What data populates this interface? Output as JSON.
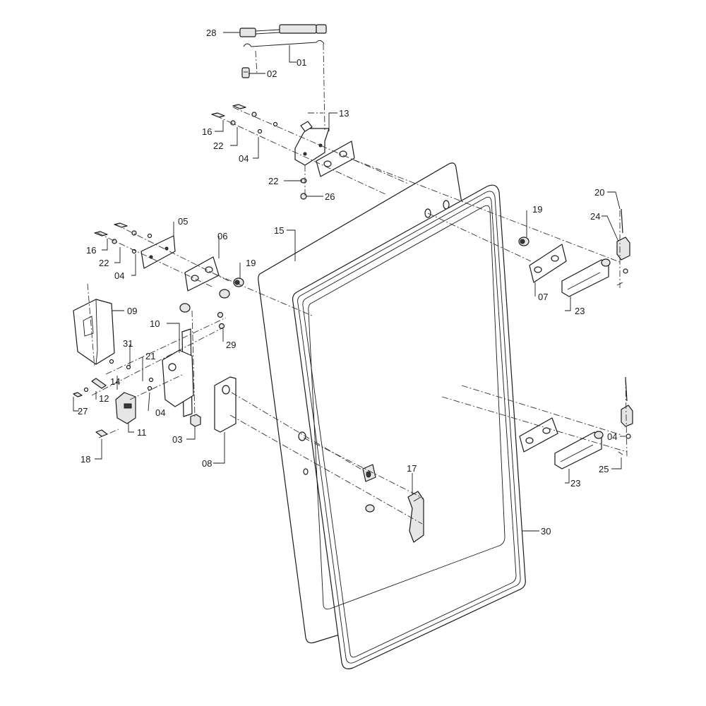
{
  "labels": {
    "l01": "01",
    "l02": "02",
    "l03": "03",
    "l04a": "04",
    "l04b": "04",
    "l04c": "04",
    "l04d": "04",
    "l05": "05",
    "l06": "06",
    "l07": "07",
    "l08": "08",
    "l09": "09",
    "l10": "10",
    "l11": "11",
    "l12": "12",
    "l13": "13",
    "l14": "14",
    "l15": "15",
    "l16a": "16",
    "l16b": "16",
    "l17": "17",
    "l18": "18",
    "l19a": "19",
    "l19b": "19",
    "l20": "20",
    "l21": "21",
    "l22a": "22",
    "l22b": "22",
    "l22c": "22",
    "l23a": "23",
    "l23b": "23",
    "l24": "24",
    "l25": "25",
    "l26": "26",
    "l27": "27",
    "l28": "28",
    "l29": "29",
    "l30": "30",
    "l31": "31"
  },
  "colors": {
    "line": "#1a1a1a",
    "background": "#ffffff",
    "glass": "#ffffff"
  }
}
